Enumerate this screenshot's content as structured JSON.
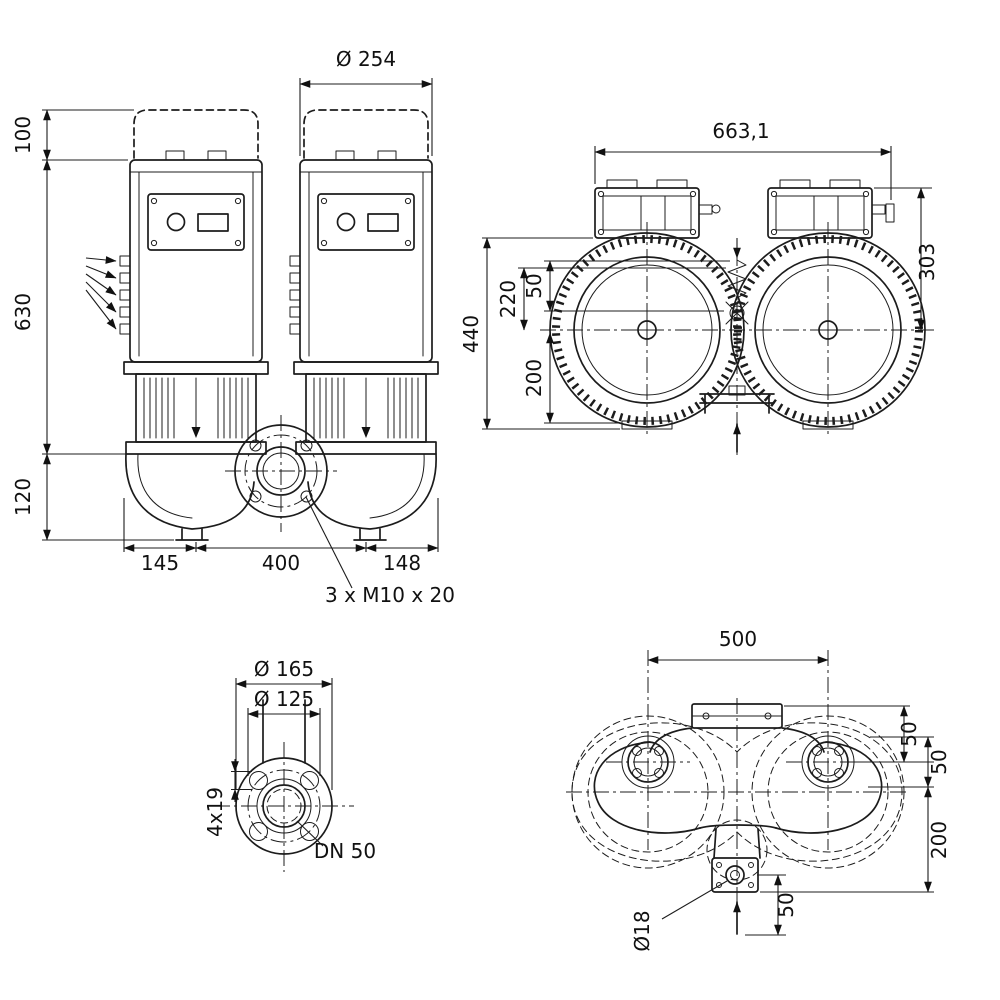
{
  "drawing": {
    "kind": "technical-dimensional-drawing",
    "subject": "double-inline-pump",
    "front_view": {
      "dia_top": "Ø 254",
      "h_top": "100",
      "h_main": "630",
      "h_bottom": "120",
      "w_left": "145",
      "w_center": "400",
      "w_right": "148",
      "thread_note": "3 x M10 x 20"
    },
    "end_view": {
      "w_total": "663,1",
      "h_upper": "303",
      "h_total": "440",
      "h_mid": "220",
      "off_top": "50",
      "off_bottom": "200"
    },
    "flange_view": {
      "dia_outer": "Ø 165",
      "dia_bolts": "Ø 125",
      "bolt_holes": "4x19",
      "nominal_dia": "DN 50"
    },
    "plan_view": {
      "w_ports": "500",
      "off_a": "50",
      "off_b": "50",
      "depth": "200",
      "off_c": "50",
      "dia_hole": "Ø18"
    }
  }
}
